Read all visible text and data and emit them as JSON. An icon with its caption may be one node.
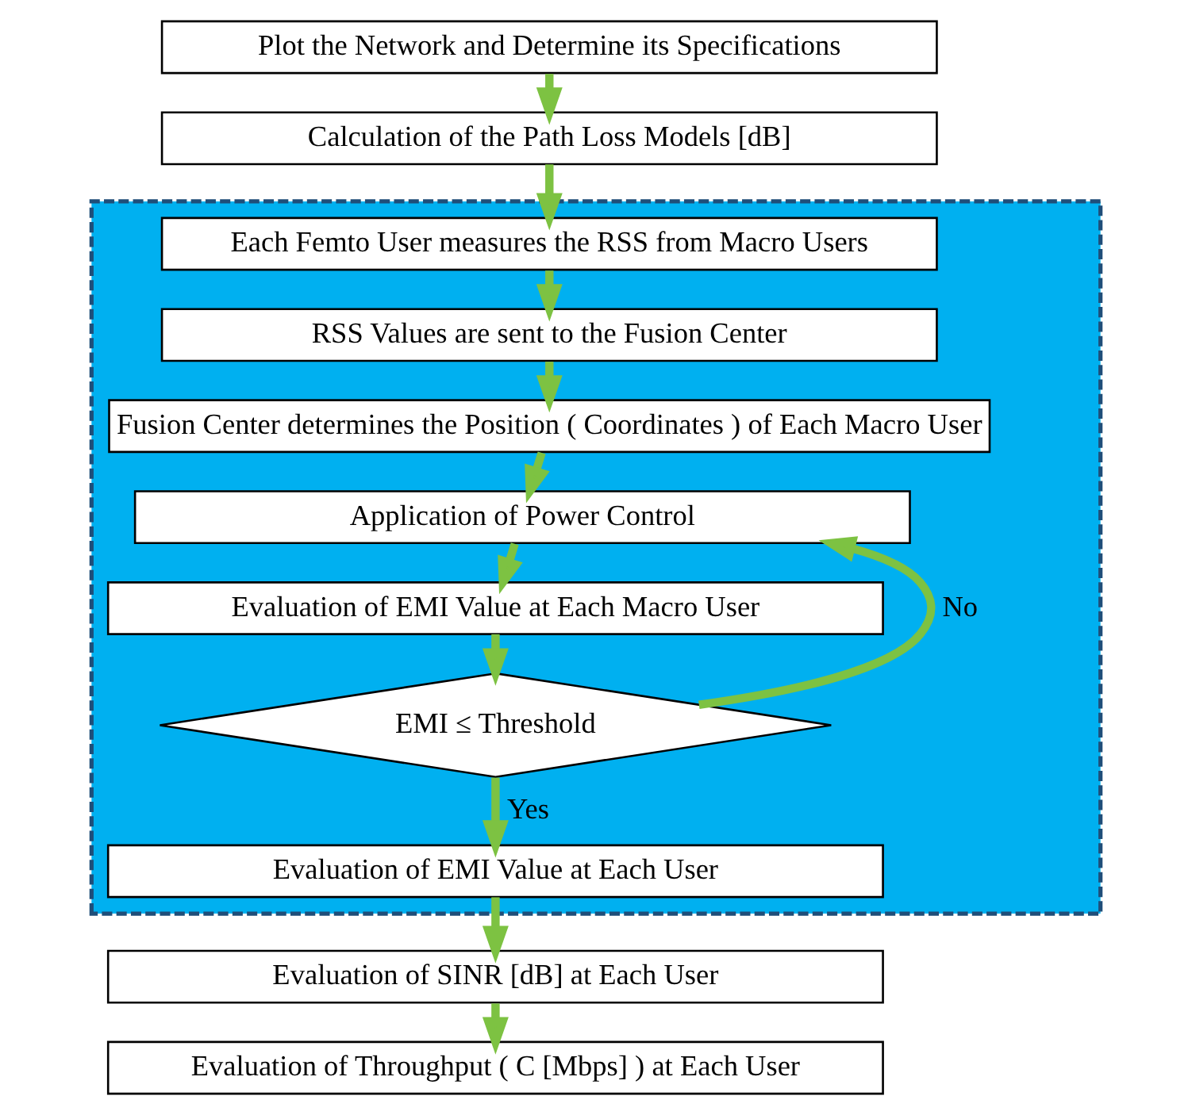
{
  "diagram": {
    "nodes": [
      {
        "text": [
          "Plot the Network and Determine its Specifications"
        ]
      },
      {
        "text": [
          "Calculation of the Path Loss Models [dB]"
        ]
      },
      {
        "text": [],
        "shape": "box"
      },
      {
        "text": [
          "Each Femto User measures the RSS from Macro Users"
        ],
        "in": 2
      },
      {
        "text": [
          "RSS Values are sent to the Fusion Center"
        ],
        "in": 2
      },
      {
        "text": [
          "Fusion Center determines the Position ( Coordinates ) of Each Macro User"
        ],
        "in": 2
      },
      {
        "text": [
          "Application of Power Control"
        ],
        "in": 2
      },
      {
        "text": [
          "Evaluation of EMI Value at Each Macro User"
        ],
        "in": 2
      },
      {
        "text": [
          "EMI ≤ Threshold"
        ],
        "in": 2
      },
      {
        "text": [
          "Evaluation of EMI Value at Each User"
        ],
        "in": 2
      },
      {
        "text": [
          "Evaluation of SINR [dB] at Each User"
        ]
      },
      {
        "text": [
          "Evaluation of Throughput ( C [Mbps] ) at Each User"
        ]
      }
    ],
    "edges": [
      {
        "from": 0,
        "to": 1,
        "arrow": "to"
      },
      {
        "from": 1,
        "to": 3,
        "arrow": "to"
      },
      {
        "from": 3,
        "to": 4,
        "arrow": "to"
      },
      {
        "from": 4,
        "to": 5,
        "arrow": "to"
      },
      {
        "from": 5,
        "to": 6,
        "arrow": "to"
      },
      {
        "from": 6,
        "to": 7,
        "arrow": "to"
      },
      {
        "from": 7,
        "to": 8,
        "arrow": "to"
      },
      {
        "from": 8,
        "to": 9,
        "arrow": "to",
        "label": "Yes"
      },
      {
        "from": 8,
        "to": 6,
        "arrow": "to",
        "label": "No"
      },
      {
        "from": 9,
        "to": 10,
        "arrow": "to"
      },
      {
        "from": 10,
        "to": 11,
        "arrow": "to"
      }
    ]
  }
}
